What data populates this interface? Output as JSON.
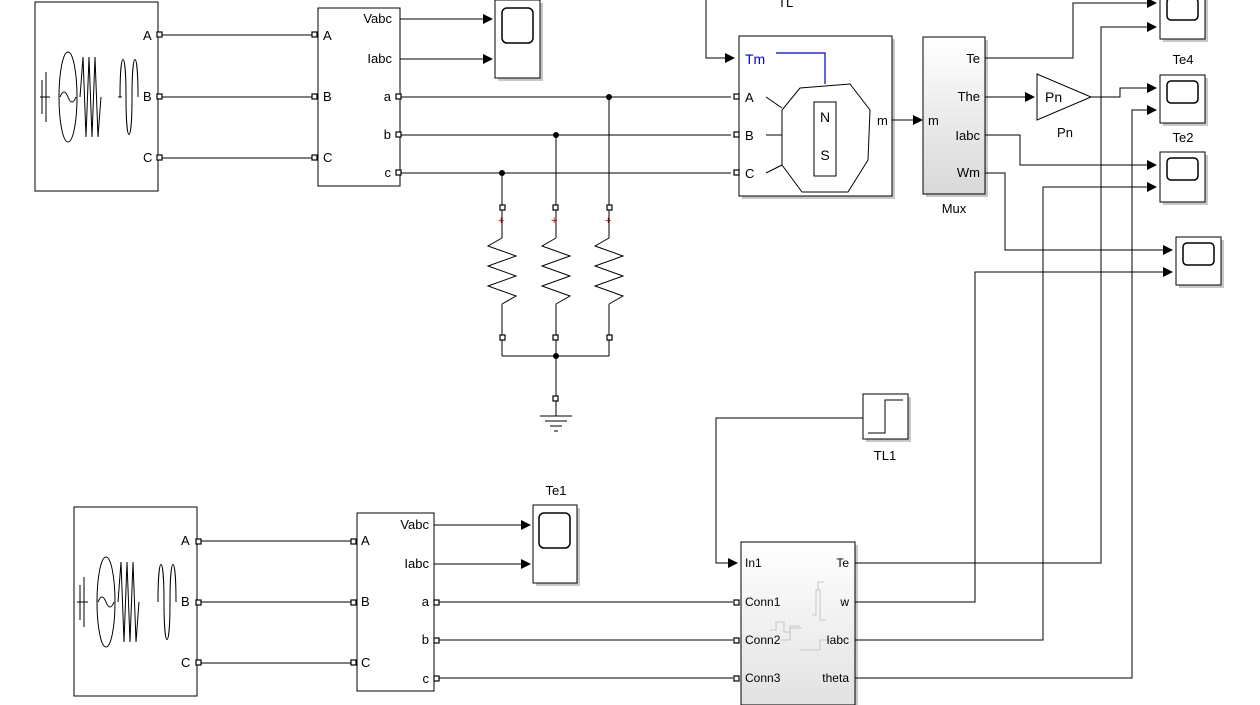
{
  "top": {
    "source_ports": [
      "A",
      "B",
      "C"
    ],
    "meas_inputs": [
      "A",
      "B",
      "C"
    ],
    "meas_outputs": [
      "Vabc",
      "Iabc",
      "a",
      "b",
      "c"
    ],
    "motor": {
      "label_top": "TL",
      "tm_port": "Tm",
      "inputs": [
        "A",
        "B",
        "C"
      ],
      "output": "m",
      "rotor_n": "N",
      "rotor_s": "S"
    },
    "mux": {
      "label": "Mux",
      "input": "m",
      "outputs": [
        "Te",
        "The",
        "Iabc",
        "Wm"
      ]
    },
    "gain": {
      "text": "Pn",
      "label": "Pn"
    },
    "scope_labels": [
      "Te4",
      "Te2"
    ]
  },
  "bottom": {
    "source_ports": [
      "A",
      "B",
      "C"
    ],
    "meas_inputs": [
      "A",
      "B",
      "C"
    ],
    "meas_outputs": [
      "Vabc",
      "Iabc",
      "a",
      "b",
      "c"
    ],
    "scope_label": "Te1",
    "step_label": "TL1",
    "subsystem": {
      "inputs": [
        "In1",
        "Conn1",
        "Conn2",
        "Conn3"
      ],
      "outputs": [
        "Te",
        "w",
        "Iabc",
        "theta"
      ]
    }
  }
}
